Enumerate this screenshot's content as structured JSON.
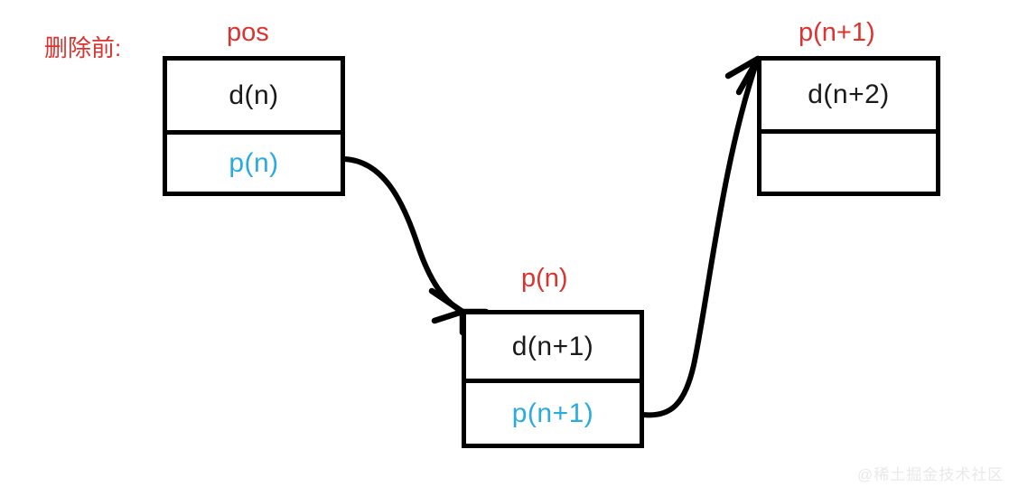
{
  "diagram": {
    "caption": "删除前:",
    "caption_color": "#dd332f",
    "accent_red": "#dd332f",
    "accent_blue": "#29abe2",
    "stroke_color": "#000000",
    "background": "#ffffff"
  },
  "nodes": [
    {
      "id": "node-n",
      "top_label": "pos",
      "data_value": "d(n)",
      "pointer_value": "p(n)"
    },
    {
      "id": "node-n1",
      "top_label": "p(n)",
      "data_value": "d(n+1)",
      "pointer_value": "p(n+1)"
    },
    {
      "id": "node-n2",
      "top_label": "p(n+1)",
      "data_value": "d(n+2)",
      "pointer_value": ""
    }
  ],
  "connectors": [
    {
      "id": "pointer-arrow-1",
      "from": "node-n.pointer",
      "to": "node-n1.topleft"
    },
    {
      "id": "pointer-arrow-2",
      "from": "node-n1.pointer",
      "to": "node-n2.topleft"
    }
  ],
  "watermark": {
    "text": "@稀土掘金技术社区"
  }
}
